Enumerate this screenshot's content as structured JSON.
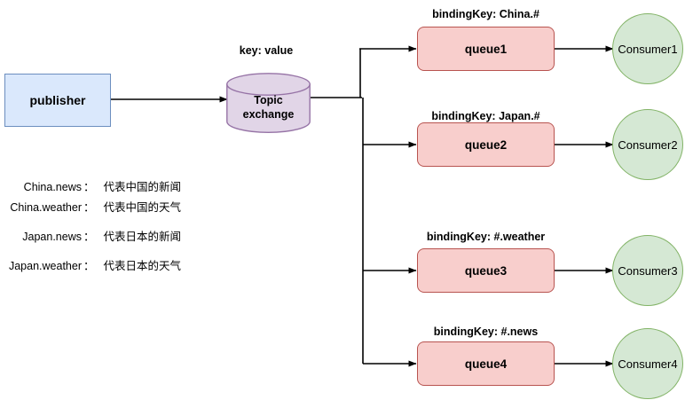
{
  "diagram": {
    "title_label": "key: value",
    "publisher": {
      "label": "publisher"
    },
    "exchange": {
      "line1": "Topic",
      "line2": "exchange",
      "fill": "#e1d5e7",
      "stroke": "#9673a6"
    },
    "colors": {
      "publisher_fill": "#dae8fc",
      "publisher_stroke": "#6c8ebf",
      "queue_fill": "#f8cecc",
      "queue_stroke": "#b85450",
      "consumer_fill": "#d5e8d4",
      "consumer_stroke": "#82b366",
      "connector": "#000000"
    },
    "rows": [
      {
        "binding_label": "bindingKey: China.#",
        "queue_label": "queue1",
        "consumer_label": "Consumer1"
      },
      {
        "binding_label": "bindingKey: Japan.#",
        "queue_label": "queue2",
        "consumer_label": "Consumer2"
      },
      {
        "binding_label": "bindingKey: #.weather",
        "queue_label": "queue3",
        "consumer_label": "Consumer3"
      },
      {
        "binding_label": "bindingKey: #.news",
        "queue_label": "queue4",
        "consumer_label": "Consumer4"
      }
    ],
    "legend": [
      {
        "key": "China.news",
        "colon": "：",
        "value": "代表中国的新闻"
      },
      {
        "key": "China.weather",
        "colon": "：",
        "value": "代表中国的天气"
      },
      {
        "key": "Japan.news",
        "colon": "：",
        "value": "代表日本的新闻"
      },
      {
        "key": "Japan.weather",
        "colon": "：",
        "value": "代表日本的天气"
      }
    ]
  }
}
